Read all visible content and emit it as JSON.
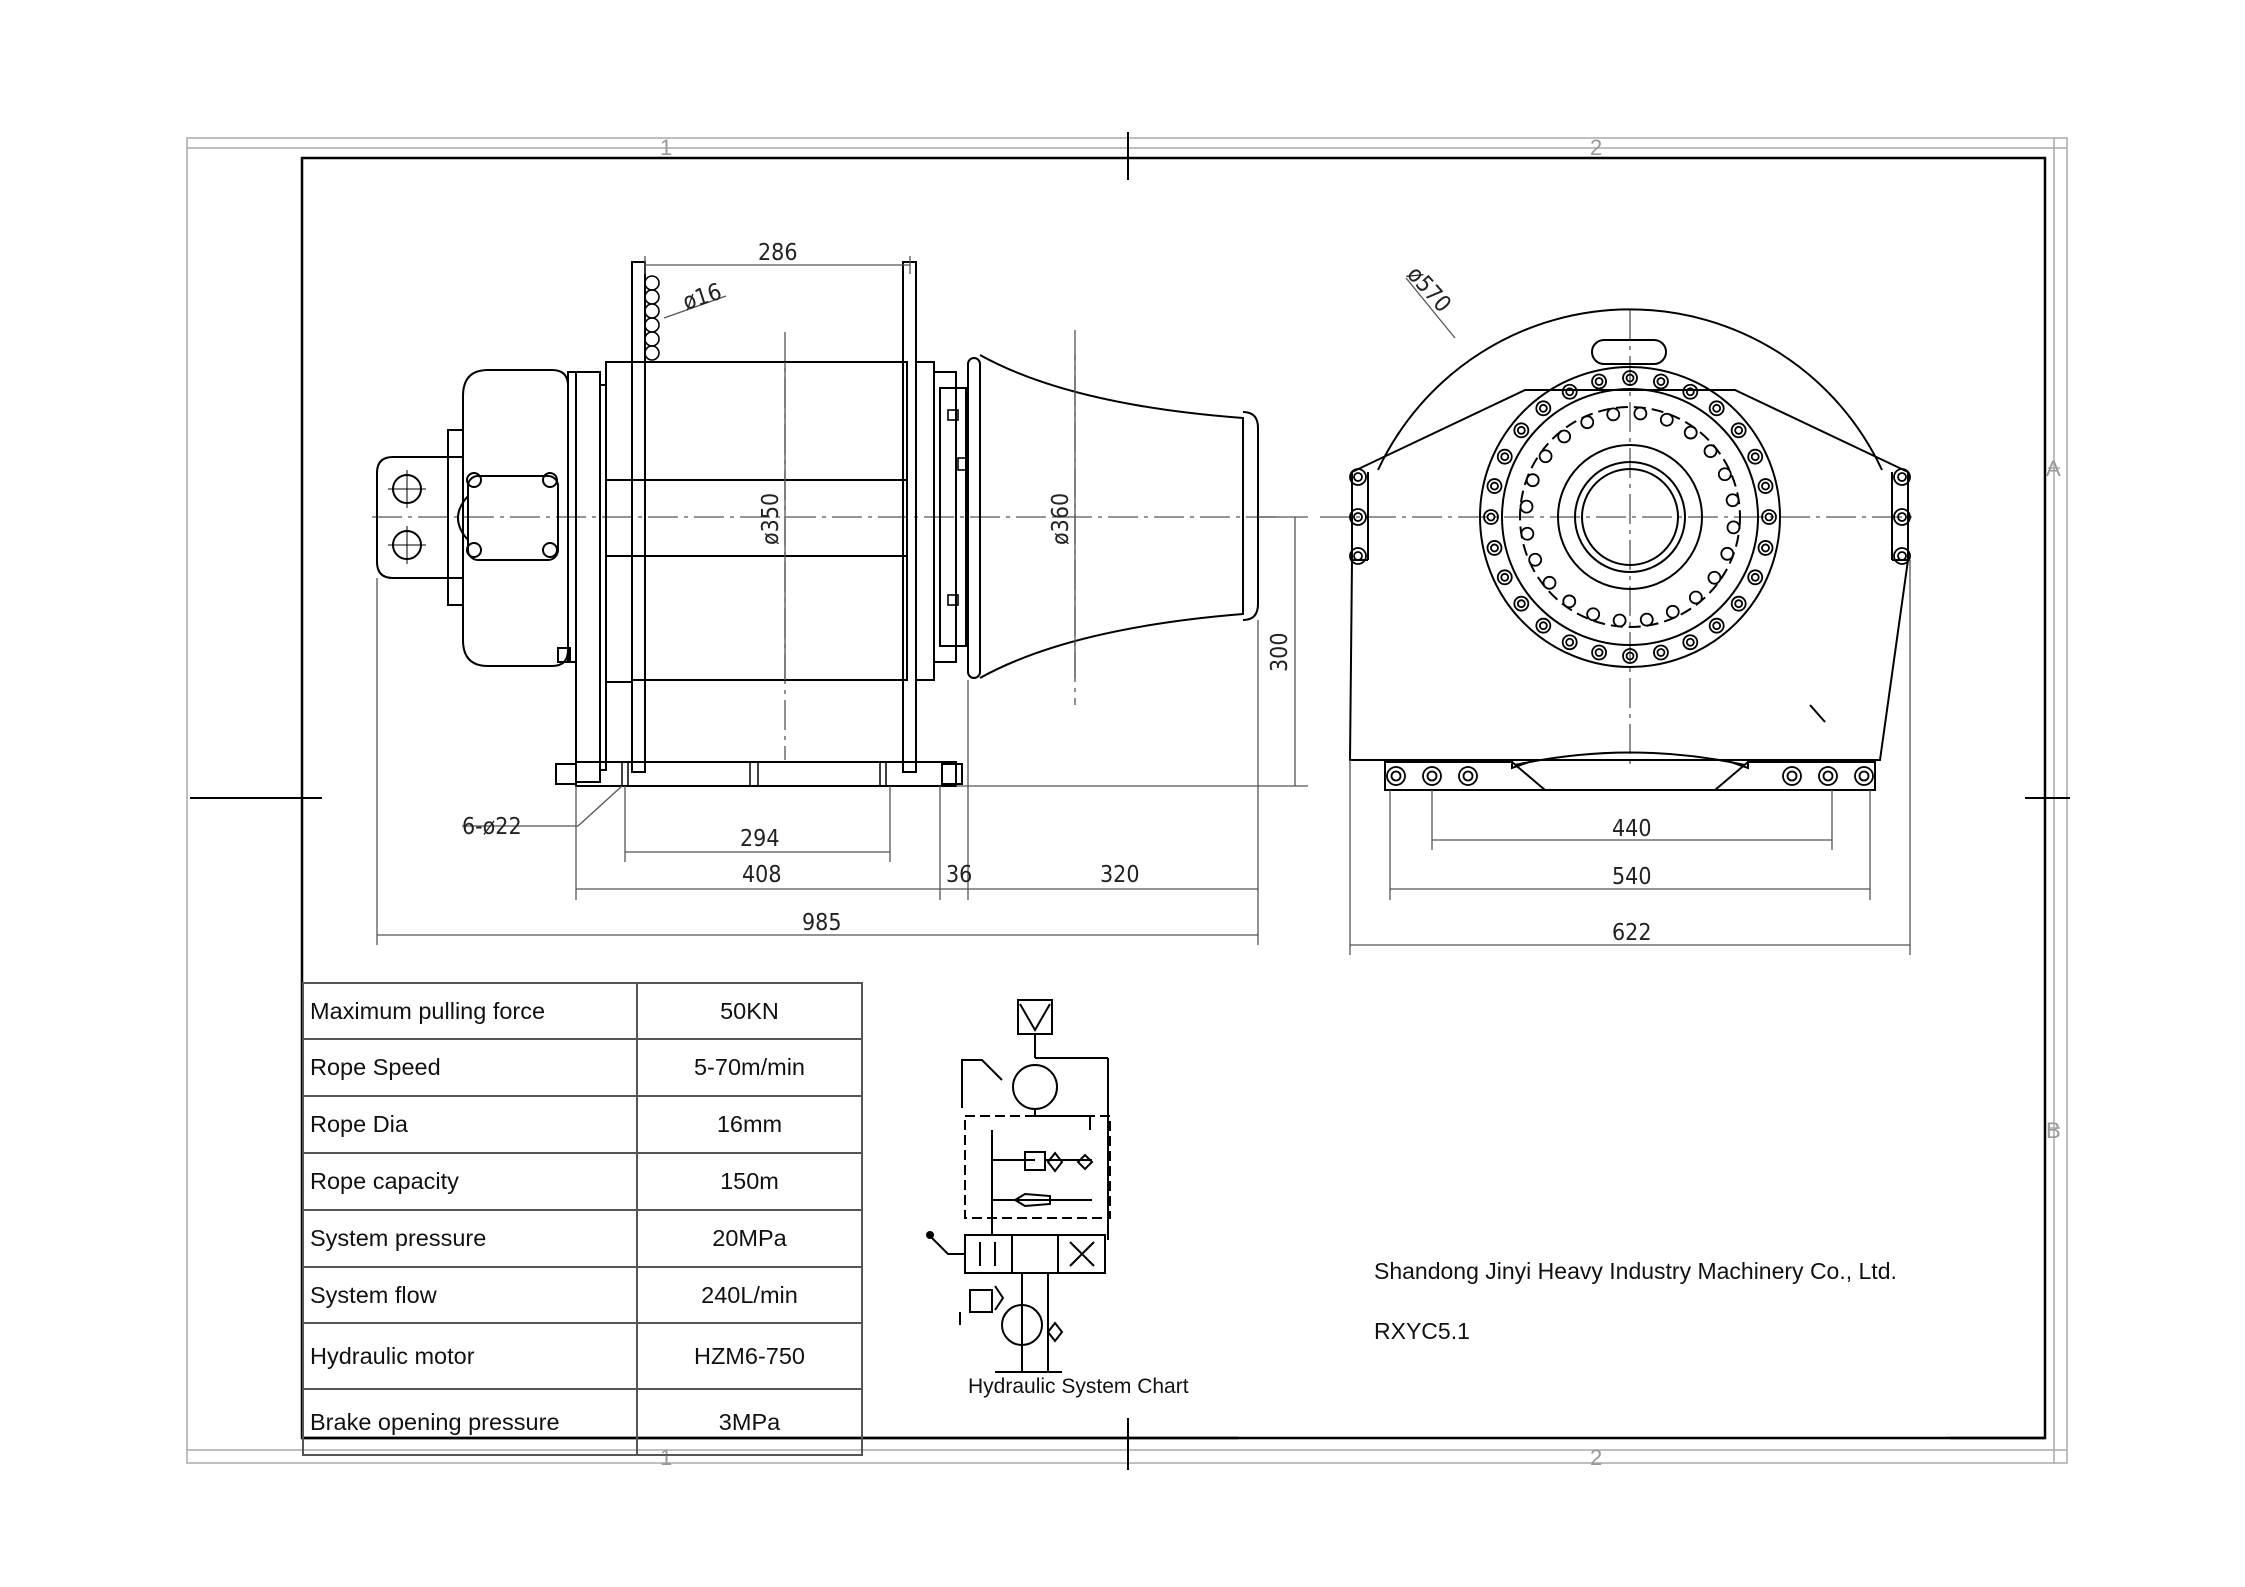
{
  "drawing": {
    "zone_labels": {
      "top_1": "1",
      "top_2": "2",
      "bottom_1": "1",
      "bottom_2": "2",
      "side_a": "A",
      "side_b": "B"
    },
    "side_view_dimensions": {
      "flange_span": "286",
      "rope_dia": "ø16",
      "drum_dia": "ø350",
      "capstan_dia": "ø360",
      "height": "300",
      "mount_holes": "6-ø22",
      "hole_span": "294",
      "base_length": "408",
      "gap": "36",
      "capstan_length": "320",
      "overall_length": "985"
    },
    "end_view_dimensions": {
      "flange_dia": "ø570",
      "bolt_span": "440",
      "base_width": "540",
      "overall_width": "622"
    }
  },
  "specs": [
    {
      "label": "Maximum pulling force",
      "value": "50KN"
    },
    {
      "label": "Rope Speed",
      "value": "5-70m/min"
    },
    {
      "label": "Rope Dia",
      "value": "16mm"
    },
    {
      "label": "Rope capacity",
      "value": "150m"
    },
    {
      "label": "System pressure",
      "value": "20MPa"
    },
    {
      "label": "System flow",
      "value": "240L/min"
    },
    {
      "label": "Hydraulic motor",
      "value": "HZM6-750"
    },
    {
      "label": "Brake opening pressure",
      "value": "3MPa"
    }
  ],
  "hydraulic_chart_title": "Hydraulic System Chart",
  "company": "Shandong Jinyi Heavy Industry Machinery Co., Ltd.",
  "model": "RXYC5.1"
}
